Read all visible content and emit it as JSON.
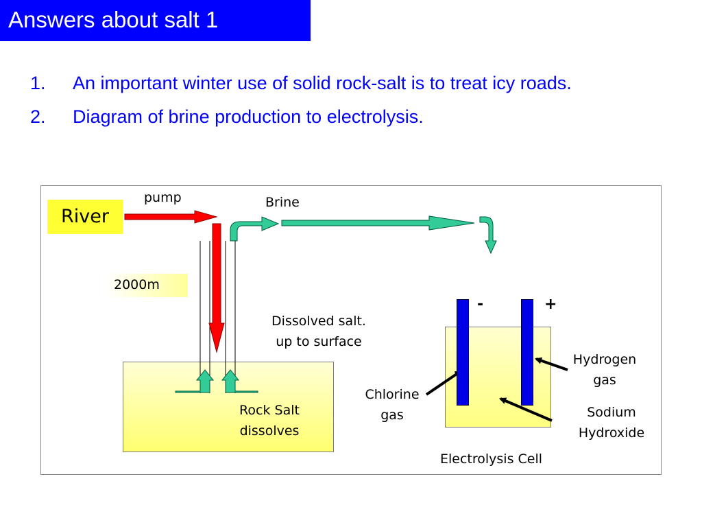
{
  "title": "Answers about salt 1",
  "bullets": [
    {
      "number": "1.",
      "text": "An important winter use of solid rock-salt is to treat icy roads."
    },
    {
      "number": "2.",
      "text": "Diagram of brine production to electrolysis."
    }
  ],
  "diagram": {
    "river_label": "River",
    "pump_label": "pump",
    "brine_label": "Brine",
    "depth_label": "2000m",
    "dissolved_label": "Dissolved salt.\nup to surface",
    "rock_salt_label": "Rock Salt\ndissolves",
    "negative_label": "-",
    "positive_label": "+",
    "hydrogen_label": "Hydrogen\ngas",
    "chlorine_label": "Chlorine\ngas",
    "sodium_label": "Sodium\nHydroxide",
    "cell_label": "Electrolysis Cell"
  },
  "colors": {
    "title_bg": "#0000ff",
    "text_blue": "#0000ff",
    "water_arrow": "#ff0000",
    "brine_arrow": "#33cc99",
    "electrode": "#0000e6",
    "label_yellow": "#ffff33"
  }
}
